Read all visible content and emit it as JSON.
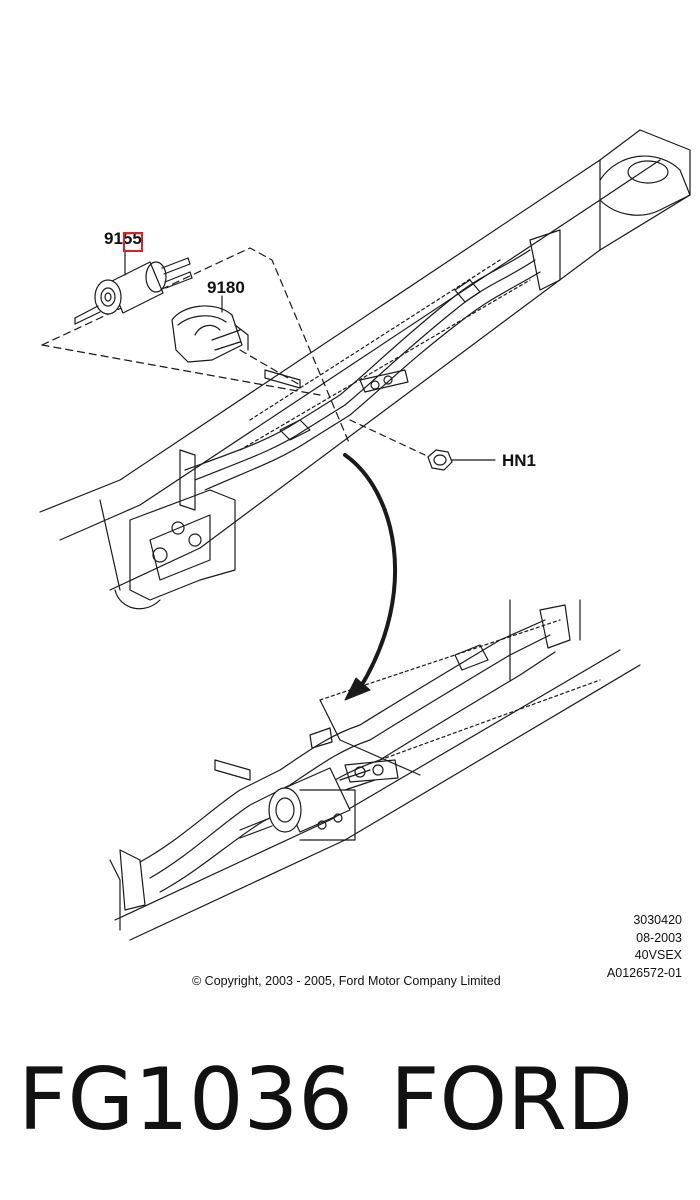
{
  "callouts": {
    "part_9155": "9155",
    "part_9180": "9180",
    "part_hn1": "HN1"
  },
  "meta": {
    "line1": "3030420",
    "line2": "08-2003",
    "line3": "40VSEX",
    "line4": "A0126572-01"
  },
  "copyright": "© Copyright, 2003 - 2005, Ford Motor Company Limited",
  "footer": {
    "part_number": "FG1036",
    "brand": "FORD"
  },
  "colors": {
    "line": "#1a1a1a",
    "highlight": "#e02020"
  },
  "icons": [
    "fuel-filter-icon",
    "filter-bracket-icon",
    "hex-nut-icon",
    "arrow-icon"
  ]
}
